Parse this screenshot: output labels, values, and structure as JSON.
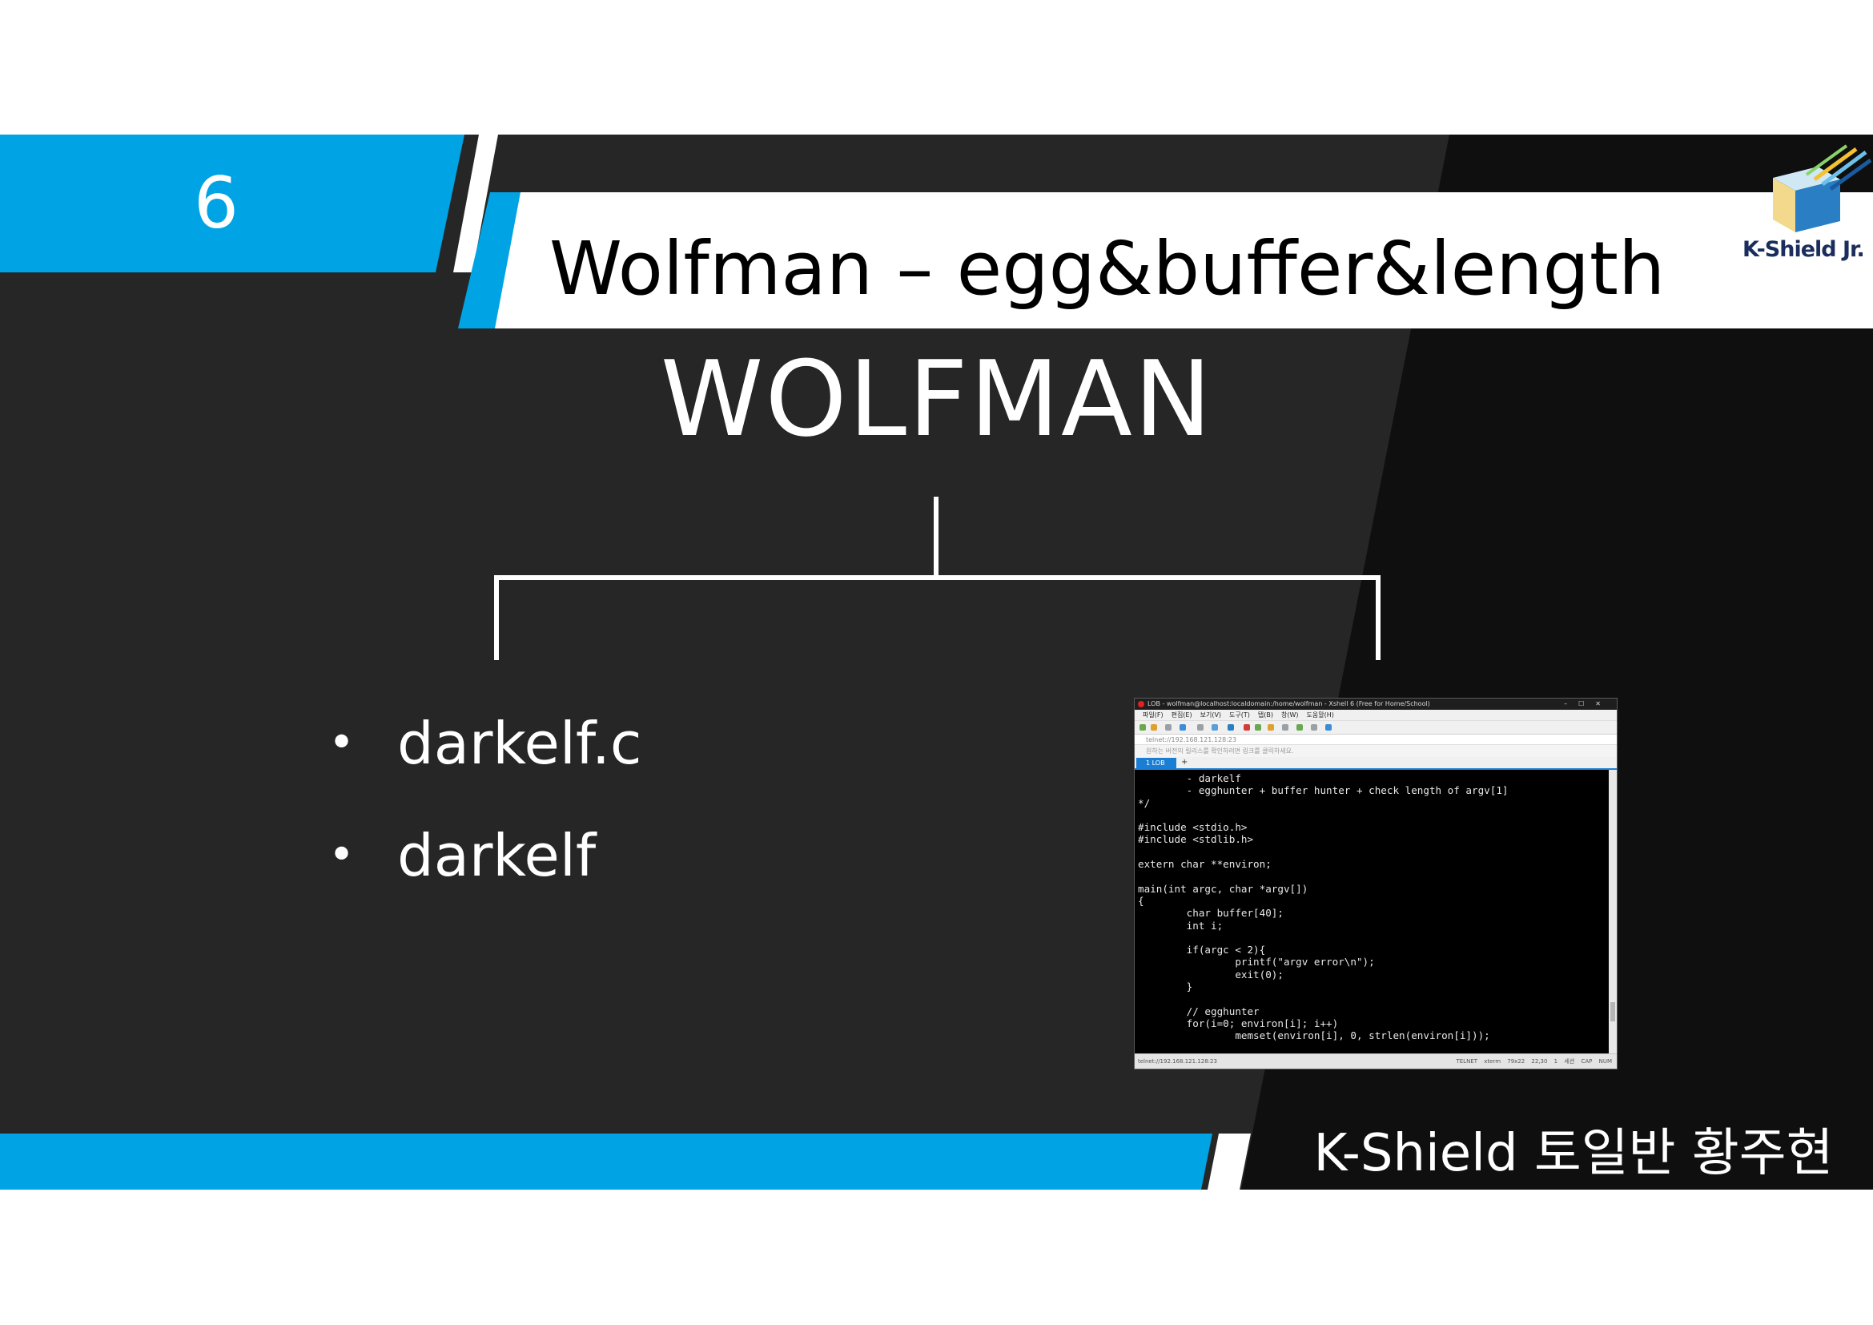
{
  "colors": {
    "accent_blue": "#00a4e4",
    "dark_bg": "#262626",
    "darker_bg": "#0f0f0f",
    "banner_white": "#ffffff"
  },
  "slide": {
    "number": "6",
    "title": "Wolfman – egg&buffer&length",
    "logo": {
      "icon": "k-shield-cube-logo",
      "text": "K-Shield Jr."
    },
    "main_node": "WOLFMAN",
    "bullets": [
      "darkelf.c",
      "darkelf"
    ],
    "bullet_glyph": "•",
    "footer": "K-Shield 토일반 황주현"
  },
  "terminal": {
    "window_title": "LOB - wolfman@localhost:localdomain:/home/wolfman - Xshell 6 (Free for Home/School)",
    "window_buttons": [
      "–",
      "☐",
      "✕"
    ],
    "menu": [
      "파일(F)",
      "편집(E)",
      "보기(V)",
      "도구(T)",
      "탭(B)",
      "창(W)",
      "도움말(H)"
    ],
    "address": "telnet://192.168.121.128:23",
    "notice": "원하는 버전의 릴리스를 확인하려면 링크를 클릭하세요.",
    "tab_label": "1 LOB",
    "tab_add": "+",
    "code": "        - darkelf\n        - egghunter + buffer hunter + check length of argv[1]\n*/\n\n#include <stdio.h>\n#include <stdlib.h>\n\nextern char **environ;\n\nmain(int argc, char *argv[])\n{\n        char buffer[40];\n        int i;\n\n        if(argc < 2){\n                printf(\"argv error\\n\");\n                exit(0);\n        }\n\n        // egghunter\n        for(i=0; environ[i]; i++)\n                memset(environ[i], 0, strlen(environ[i]));",
    "status_left": "telnet://192.168.121.128:23",
    "status_right": "TELNET  xterm  79x22  22,30  1 세션  CAP  NUM"
  }
}
